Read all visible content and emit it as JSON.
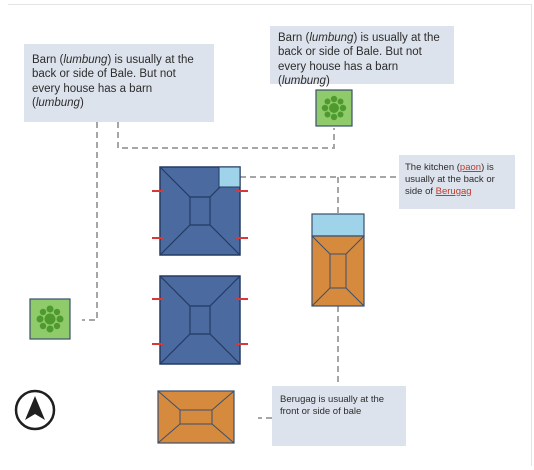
{
  "callouts": {
    "barn_left": {
      "pre": "Barn (",
      "term": "lumbung",
      "post": ") is usually at the back or side of Bale. But not every house has a barn (",
      "term2": "lumbung",
      "end": ")"
    },
    "barn_top": {
      "pre": "Barn (",
      "term": "lumbung",
      "post": ") is usually at the back or side of Bale. But not every house has a barn (",
      "term2": "lumbung",
      "end": ")"
    },
    "kitchen": {
      "pre": "The kitchen (",
      "term": "paon",
      "post": ") is usually at the back or side of ",
      "term2": "Berugag"
    },
    "berugag": {
      "term": "Berugag",
      "post": " is usually at the front or side of bale"
    }
  },
  "colors": {
    "house_blue": "#4a6aa0",
    "roof_orange": "#d68a3e",
    "kitchen_light": "#9fd3ea",
    "tree_green": "#8fcb6b",
    "door_red": "#d93838",
    "callout_bg": "#dde3ec",
    "connector": "#a6a6a6"
  },
  "icons": {
    "compass": "north-arrow-icon",
    "barn": "barn-tree-icon"
  }
}
